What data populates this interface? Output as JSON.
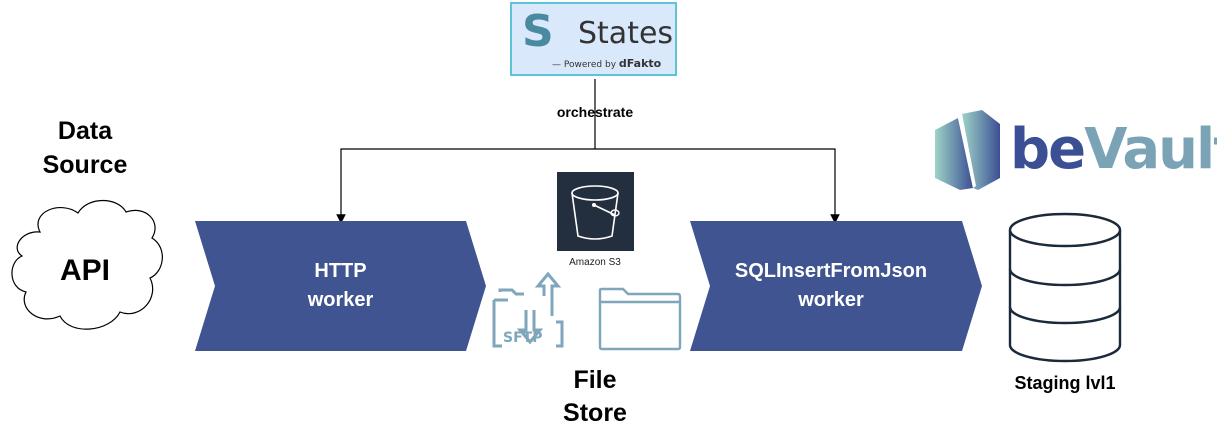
{
  "states_logo": {
    "name": "States",
    "tagline_prefix": "Powered by",
    "tagline_brand": "dFakto"
  },
  "orchestrate_label": "orchestrate",
  "data_source": {
    "line1": "Data",
    "line2": "Source"
  },
  "api_label": "API",
  "http_worker": {
    "line1": "HTTP",
    "line2": "worker"
  },
  "sql_worker": {
    "line1": "SQLInsertFromJson",
    "line2": "worker"
  },
  "s3": {
    "label": "Amazon S3"
  },
  "sftp": {
    "label": "SFTP"
  },
  "file_store": {
    "line1": "File",
    "line2": "Store"
  },
  "bevault": {
    "prefix": "be",
    "suffix": "Vault"
  },
  "staging": {
    "label": "Staging lvl1"
  },
  "colors": {
    "worker_fill": "#3f5490",
    "states_box_fill": "#dae8fc",
    "states_box_border": "#5bc4d8",
    "s3_bg": "#232f3e",
    "icon_blue": "#7fa6bb",
    "bevault_dark": "#3b4f94",
    "bevault_light": "#7aa3b6"
  }
}
